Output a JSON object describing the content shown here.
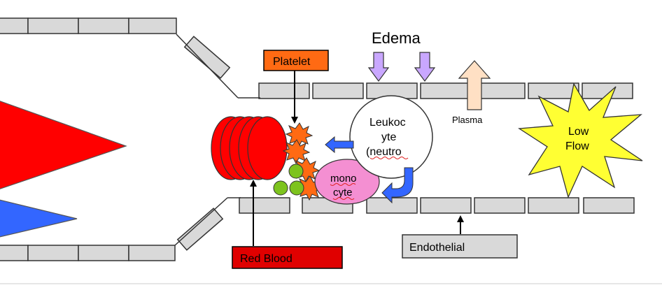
{
  "labels": {
    "edema": "Edema",
    "platelet": "Platelet",
    "leukocyte_line1": "Leukoc",
    "leukocyte_line2": "yte",
    "leukocyte_line3": "(neutro",
    "plasma": "Plasma",
    "low_flow_line1": "Low",
    "low_flow_line2": "Flow",
    "monocyte_line1": "mono",
    "monocyte_line2": "cyte",
    "red_blood": "Red Blood",
    "endothelial": "Endothelial"
  },
  "colors": {
    "endothelial_cell": "#d9d9d9",
    "cell_outline": "#333333",
    "big_flow_arrow": "#ff0000",
    "small_flow_arrow": "#3366ff",
    "platelet_box": "#ff6a13",
    "platelet_burst": "#ff6a13",
    "red_blood_cell": "#ff0000",
    "red_blood_box": "#e00000",
    "granule": "#7dc31e",
    "monocyte": "#f48fd2",
    "leukocyte": "#ffffff",
    "edema_arrow": "#c9a7ff",
    "plasma_arrow": "#ffe0c4",
    "low_flow_burst": "#ffff33",
    "migration_arrow": "#3366ff"
  },
  "icons": {
    "flow": "triangle-arrow",
    "edema": "down-arrow",
    "plasma": "up-arrow",
    "callout": "pointer-arrow",
    "low_flow": "starburst"
  }
}
